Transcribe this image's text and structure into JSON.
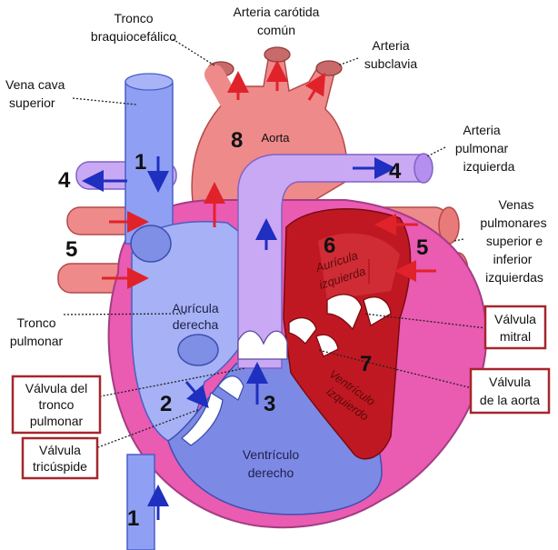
{
  "colors": {
    "vein_blue": "#8f9ff3",
    "vein_dark": "#4a5ec7",
    "pulmonary_purple": "#c9a9f4",
    "aorta_pink": "#ee8a8a",
    "left_heart_red": "#c01822",
    "right_heart_pink": "#ea5bb2",
    "box_border": "#a5262b",
    "arrow_red": "#e0232a",
    "arrow_blue": "#1f2fbf"
  },
  "labels": {
    "tronco_braquiocefalico_1": "Tronco",
    "tronco_braquiocefalico_2": "braquiocefálico",
    "arteria_carotida_1": "Arteria carótida",
    "arteria_carotida_2": "común",
    "arteria_subclavia_1": "Arteria",
    "arteria_subclavia_2": "subclavia",
    "vena_cava_1": "Vena cava",
    "vena_cava_2": "superior",
    "arteria_pulmonar_1": "Arteria",
    "arteria_pulmonar_2": "pulmonar",
    "arteria_pulmonar_3": "izquierda",
    "venas_pulmonares_1": "Venas",
    "venas_pulmonares_2": "pulmonares",
    "venas_pulmonares_3": "superior e",
    "venas_pulmonares_4": "inferior",
    "venas_pulmonares_5": "izquierdas",
    "tronco_pulmonar_1": "Tronco",
    "tronco_pulmonar_2": "pulmonar",
    "aorta": "Aorta",
    "auricula_derecha_1": "Aurícula",
    "auricula_derecha_2": "derecha",
    "auricula_izquierda_1": "Aurícula",
    "auricula_izquierda_2": "izquierda",
    "ventriculo_derecho_1": "Ventrículo",
    "ventriculo_derecho_2": "derecho",
    "ventriculo_izquierdo_1": "Ventrículo",
    "ventriculo_izquierdo_2": "izquierdo"
  },
  "boxed": {
    "valvula_tronco_1": "Válvula del",
    "valvula_tronco_2": "tronco",
    "valvula_tronco_3": "pulmonar",
    "valvula_tricuspide_1": "Válvula",
    "valvula_tricuspide_2": "tricúspide",
    "valvula_mitral_1": "Válvula",
    "valvula_mitral_2": "mitral",
    "valvula_aorta_1": "Válvula",
    "valvula_aorta_2": "de la aorta"
  },
  "steps": {
    "n1_top": "1",
    "n1_bottom": "1",
    "n2": "2",
    "n3": "3",
    "n4_left": "4",
    "n4_right": "4",
    "n5_left": "5",
    "n5_right": "5",
    "n6": "6",
    "n7": "7",
    "n8": "8"
  }
}
